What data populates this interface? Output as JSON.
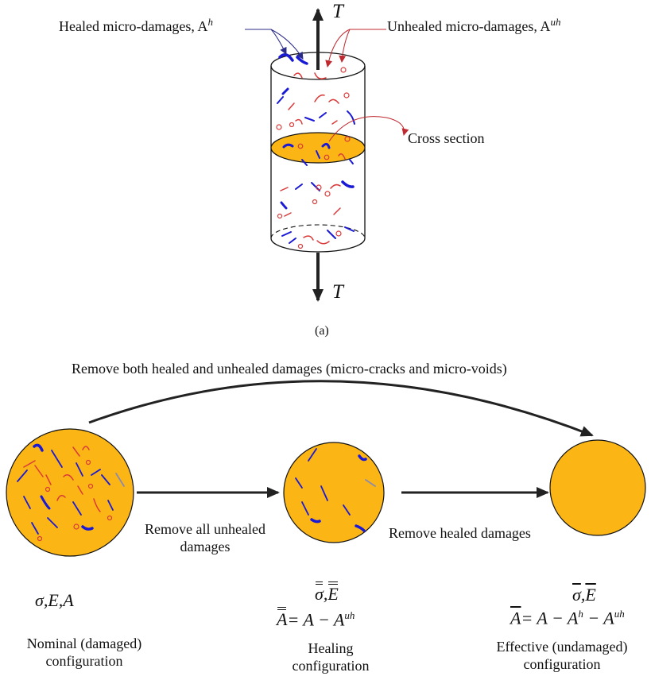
{
  "colors": {
    "healed": "#1a1ad6",
    "unhealed": "#d93a3a",
    "orange": "#fbb515",
    "arrow": "#222222",
    "pointer_blue": "#2b2b8a",
    "pointer_red": "#c0292f"
  },
  "top": {
    "healed_label": "Healed micro-damages, A",
    "healed_sup": "h",
    "unhealed_label": "Unhealed micro-damages, A",
    "unhealed_sup": "uh",
    "tension_top": "T",
    "tension_bottom": "T",
    "cross_section": "Cross section",
    "caption": "(a)"
  },
  "bottom": {
    "top_arrow_label": "Remove both healed and unhealed damages (micro-cracks and micro-voids)",
    "arrow1_line1": "Remove all unhealed",
    "arrow1_line2": "damages",
    "arrow2_label": "Remove healed damages",
    "nominal": {
      "symbols": "σ,E,A",
      "line1": "Nominal (damaged)",
      "line2": "configuration"
    },
    "healing": {
      "sigma": "σ",
      "E": "E",
      "A": "A",
      "rhs": "= A − A",
      "rhs_sup": "uh",
      "line1": "Healing",
      "line2": "configuration"
    },
    "effective": {
      "sigma": "σ",
      "E": "E",
      "A": "A",
      "rhs1": "= A − A",
      "rhs1_sup": "h",
      "rhs2": " − A",
      "rhs2_sup": "uh",
      "line1": "Effective (undamaged)",
      "line2": "configuration"
    }
  }
}
